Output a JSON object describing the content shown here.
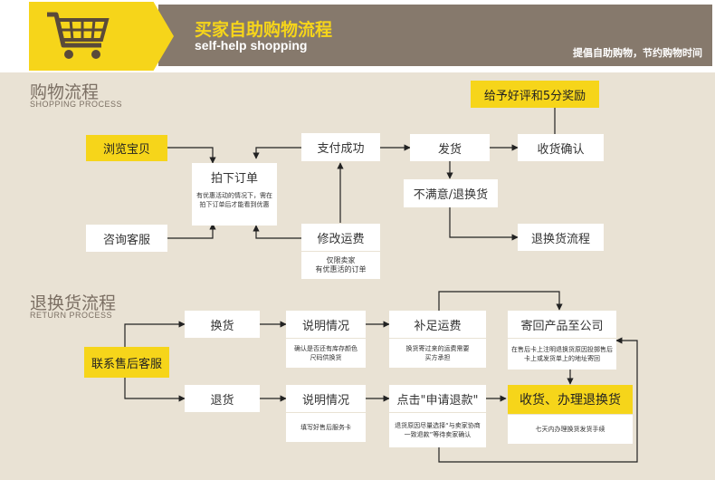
{
  "banner": {
    "title": "买家自助购物流程",
    "subtitle": "self-help shopping",
    "slogan": "提倡自助购物，节约购物时间",
    "icon": "shopping-cart-icon",
    "colors": {
      "yellow": "#f6d51a",
      "bar": "#86796c",
      "background": "#e9e2d4"
    }
  },
  "shopping": {
    "title": "购物流程",
    "subtitle": "SHOPPING PROCESS",
    "browse": "浏览宝贝",
    "consult": "咨询客服",
    "order": "拍下订单",
    "order_note": "有优惠活动的情况下，需在拍下订单后才能看到优惠",
    "pay": "支付成功",
    "modify": "修改运费",
    "modify_note_1": "仅限卖家",
    "modify_note_2": "有优惠活的订单",
    "ship": "发货",
    "unsatisfied": "不满意/退换货",
    "confirm": "收货确认",
    "praise": "给予好评和5分奖励",
    "return_flow": "退换货流程"
  },
  "returns": {
    "title": "退换货流程",
    "subtitle": "RETURN PROCESS",
    "contact": "联系售后客服",
    "exchange": "换货",
    "refund": "退货",
    "explain1": "说明情况",
    "explain1_note": "确认是否还有库存颜色尺码供换货",
    "explain2": "说明情况",
    "explain2_note": "填写好售后服务卡",
    "postage": "补足运费",
    "postage_note": "换货寄过来的运费需要买方承担",
    "apply": "点击\"申请退款\"",
    "apply_note": "退货原因尽量选择“与卖家协商一致退款”等待卖家确认",
    "sendback": "寄回产品至公司",
    "sendback_note": "在售后卡上注明退换货原因投掷售后卡上或发货单上的地址寄回",
    "receive": "收货、办理退换货",
    "receive_note": "七天内办理换货发货手续"
  }
}
